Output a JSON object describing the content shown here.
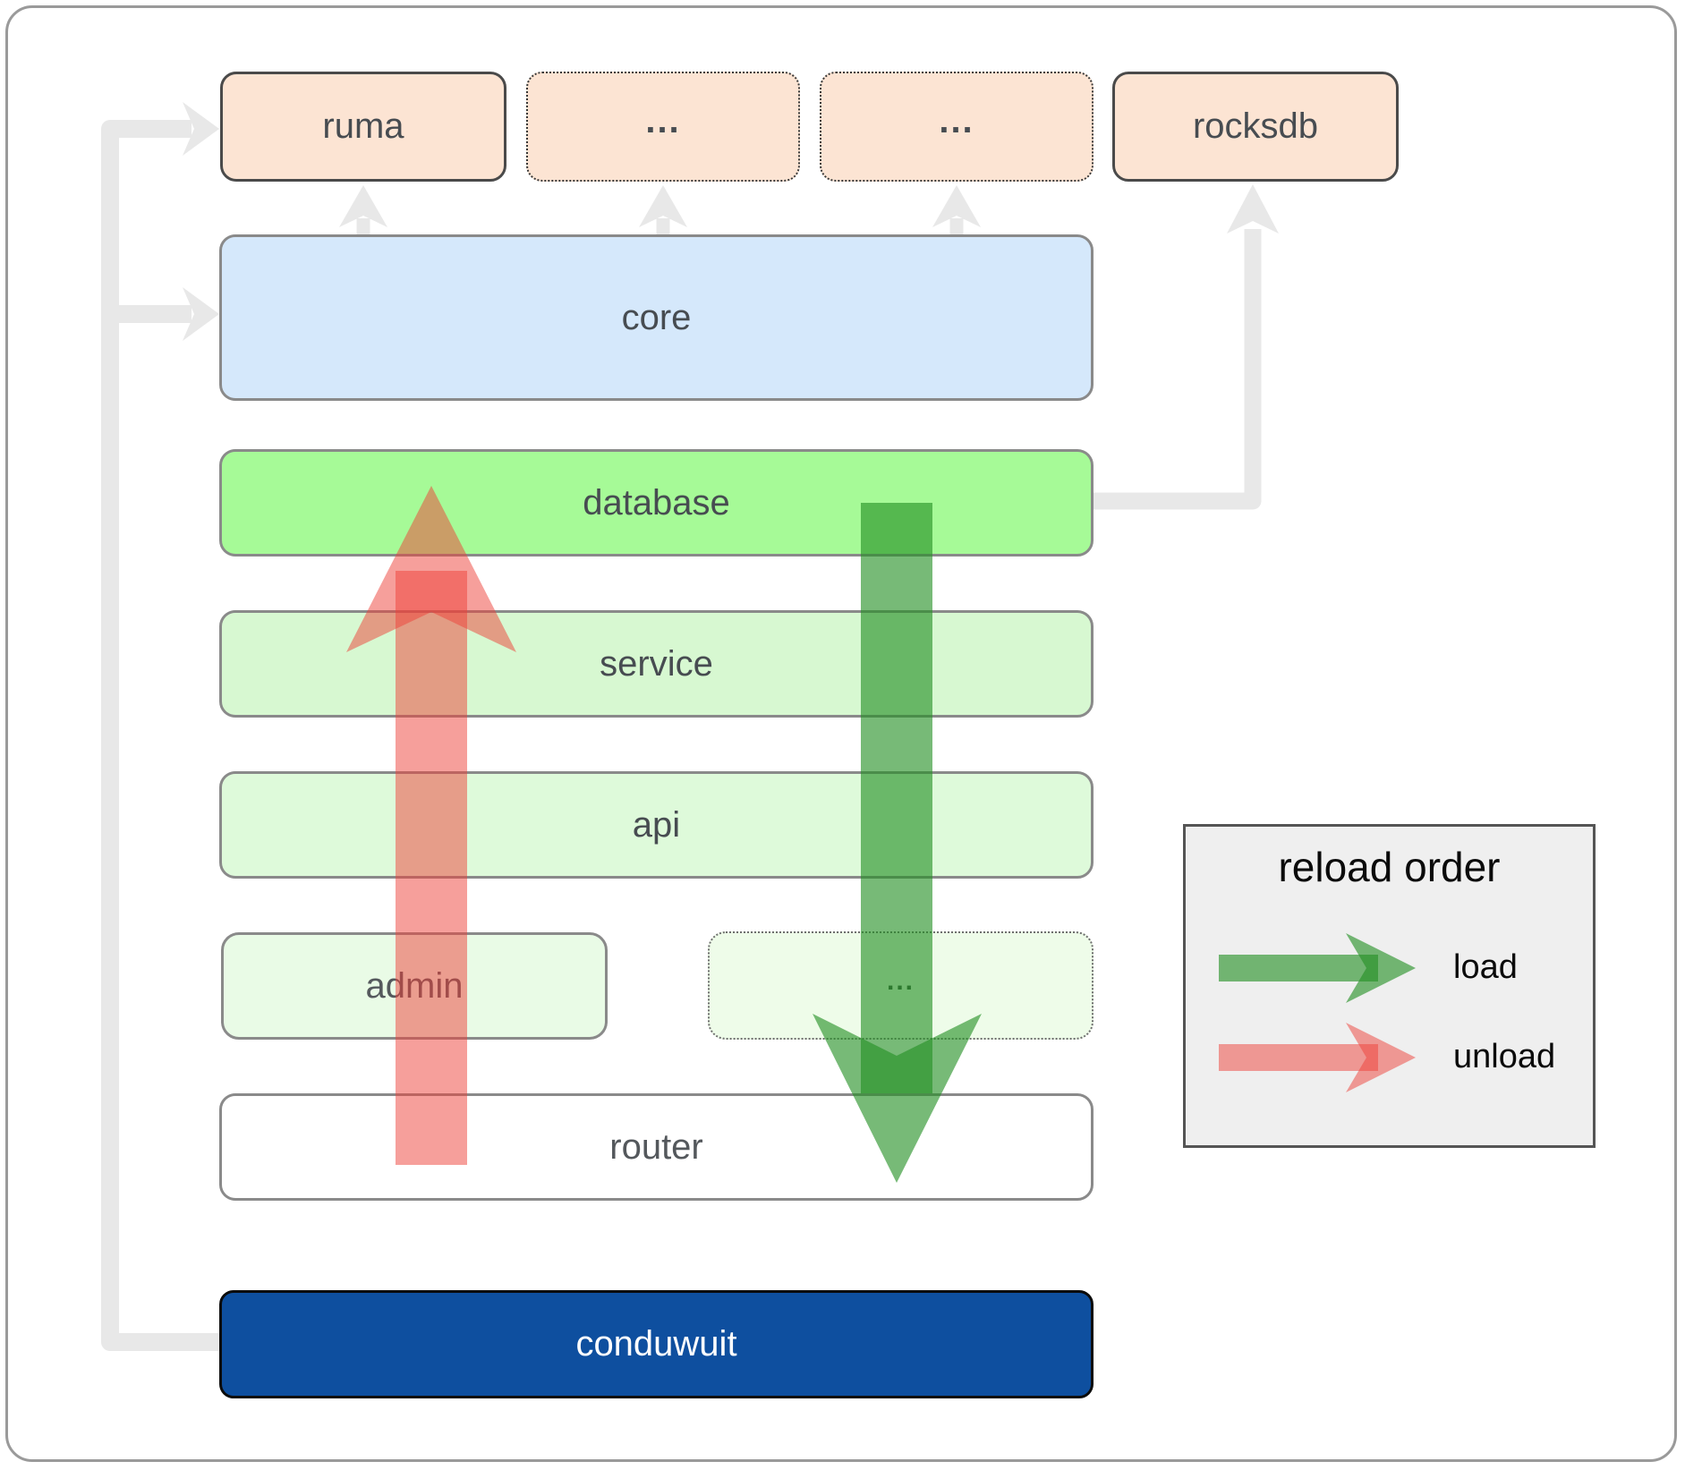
{
  "diagram": {
    "top_row": {
      "ruma": "ruma",
      "dots1": "...",
      "dots2": "...",
      "rocksdb": "rocksdb"
    },
    "layers": {
      "core": "core",
      "database": "database",
      "service": "service",
      "api": "api"
    },
    "admin_row": {
      "admin": "admin",
      "dots": "..."
    },
    "router": "router",
    "app": "conduwuit"
  },
  "legend": {
    "title": "reload order",
    "load_label": "load",
    "unload_label": "unload"
  },
  "colors": {
    "load": "#239023",
    "unload": "#ee4037",
    "connector": "#e8e8e8",
    "dependency_box": "#fce4d3",
    "core": "#d5e8fb",
    "database": "#a6fa97",
    "service": "#d7f8d1",
    "api": "#defada",
    "admin": "#e9fbe6",
    "admin_dots": "#eefce9",
    "router": "#ffffff",
    "app": "#0e4f9f",
    "legend_bg": "#efefef"
  }
}
